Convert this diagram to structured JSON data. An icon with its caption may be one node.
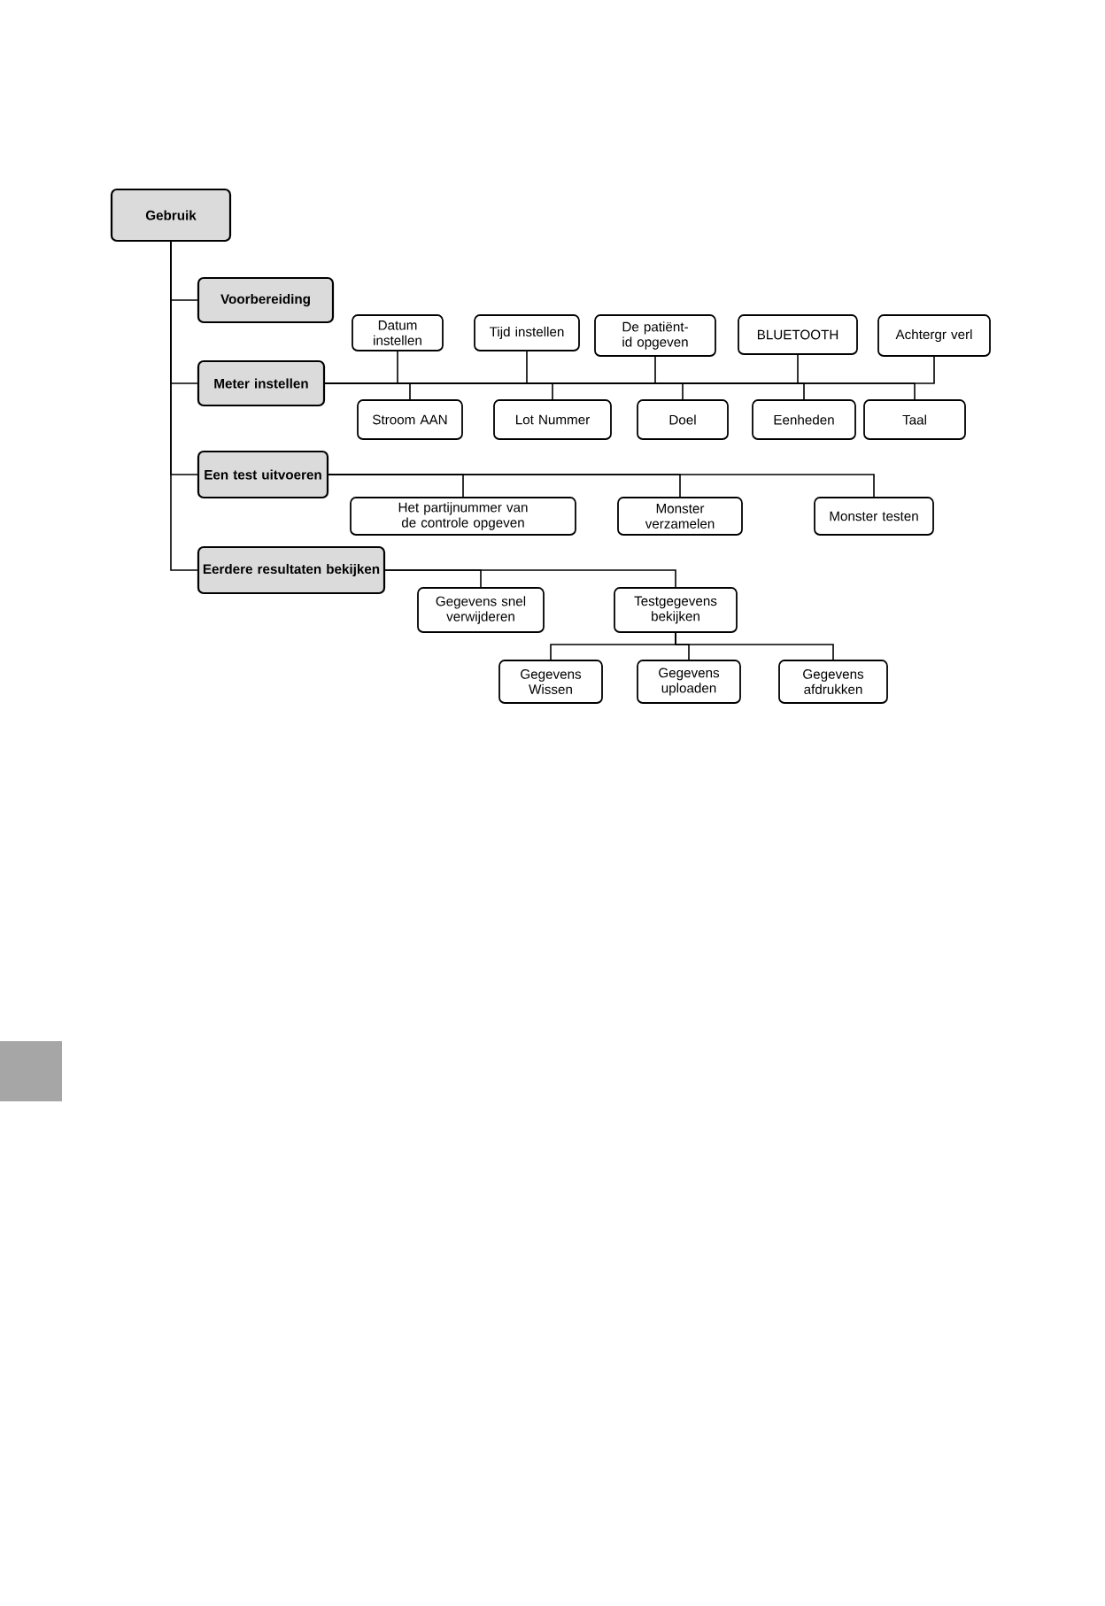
{
  "diagram": {
    "nodes": [
      {
        "text": [
          "Gebruik"
        ]
      },
      {
        "text": [
          "Voorbereiding"
        ]
      },
      {
        "text": [
          "Meter instellen"
        ]
      },
      {
        "text": [
          "Een test uitvoeren"
        ]
      },
      {
        "text": [
          "Eerdere resultaten bekijken"
        ]
      },
      {
        "text": [
          "Datum instellen"
        ]
      },
      {
        "text": [
          "Tijd instellen"
        ]
      },
      {
        "text": [
          "De patiënt-id opgeven"
        ]
      },
      {
        "text": [
          "BLUETOOTH"
        ]
      },
      {
        "text": [
          "Achtergr verl"
        ]
      },
      {
        "text": [
          "Stroom AAN"
        ]
      },
      {
        "text": [
          "Lot Nummer"
        ]
      },
      {
        "text": [
          "Doel"
        ]
      },
      {
        "text": [
          "Eenheden"
        ]
      },
      {
        "text": [
          "Taal"
        ]
      },
      {
        "text": [
          "Het partijnummer van de controle opgeven"
        ]
      },
      {
        "text": [
          "Monster verzamelen"
        ]
      },
      {
        "text": [
          "Monster testen"
        ]
      },
      {
        "text": [
          "Gegevens snel verwijderen"
        ]
      },
      {
        "text": [
          "Testgegevens bekijken"
        ]
      },
      {
        "text": [
          "Gegevens Wissen"
        ]
      },
      {
        "text": [
          "Gegevens uploaden"
        ]
      },
      {
        "text": [
          "Gegevens afdrukken"
        ]
      }
    ],
    "edges": [
      {
        "from": 0,
        "to": 1,
        "arrow": "none"
      },
      {
        "from": 0,
        "to": 2,
        "arrow": "none"
      },
      {
        "from": 0,
        "to": 3,
        "arrow": "none"
      },
      {
        "from": 0,
        "to": 4,
        "arrow": "none"
      },
      {
        "from": 2,
        "to": 5,
        "arrow": "none"
      },
      {
        "from": 2,
        "to": 6,
        "arrow": "none"
      },
      {
        "from": 2,
        "to": 7,
        "arrow": "none"
      },
      {
        "from": 2,
        "to": 8,
        "arrow": "none"
      },
      {
        "from": 2,
        "to": 9,
        "arrow": "none"
      },
      {
        "from": 2,
        "to": 10,
        "arrow": "none"
      },
      {
        "from": 2,
        "to": 11,
        "arrow": "none"
      },
      {
        "from": 2,
        "to": 12,
        "arrow": "none"
      },
      {
        "from": 2,
        "to": 13,
        "arrow": "none"
      },
      {
        "from": 2,
        "to": 14,
        "arrow": "none"
      },
      {
        "from": 3,
        "to": 15,
        "arrow": "none"
      },
      {
        "from": 3,
        "to": 16,
        "arrow": "none"
      },
      {
        "from": 3,
        "to": 17,
        "arrow": "none"
      },
      {
        "from": 4,
        "to": 18,
        "arrow": "none"
      },
      {
        "from": 4,
        "to": 19,
        "arrow": "none"
      },
      {
        "from": 19,
        "to": 20,
        "arrow": "none"
      },
      {
        "from": 19,
        "to": 21,
        "arrow": "none"
      },
      {
        "from": 19,
        "to": 22,
        "arrow": "none"
      }
    ]
  }
}
